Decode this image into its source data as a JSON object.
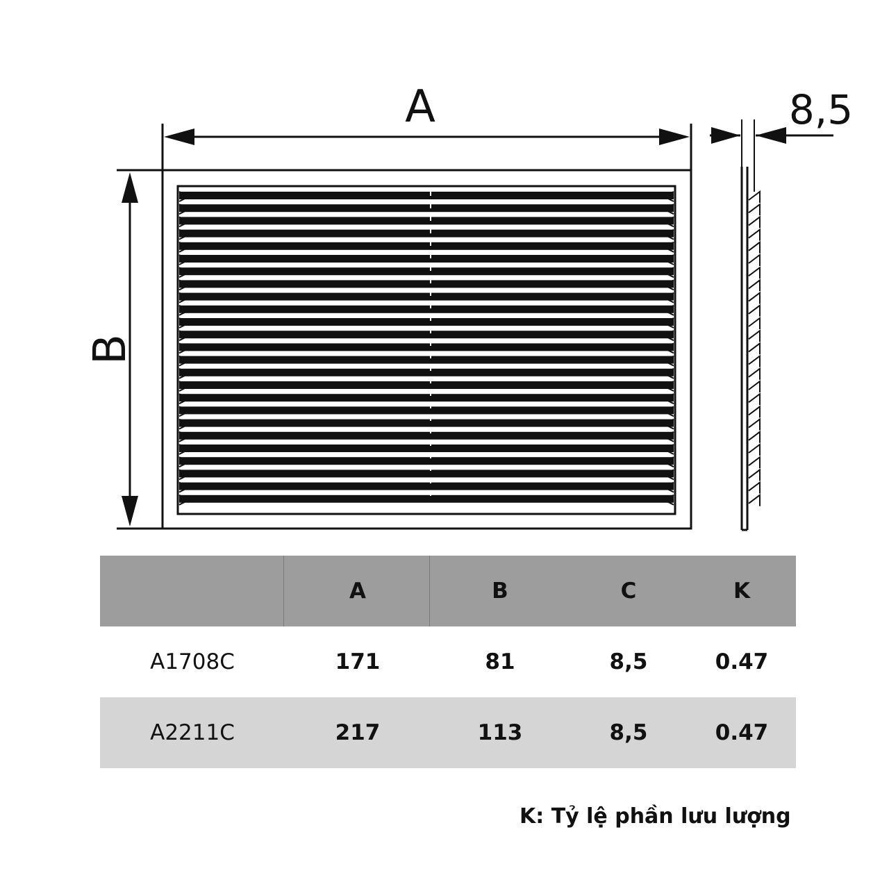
{
  "dimensions": {
    "width_label": "A",
    "height_label": "B",
    "depth_label": "8,5"
  },
  "table": {
    "headers": [
      "",
      "A",
      "B",
      "C",
      "K"
    ],
    "rows": [
      [
        "A1708C",
        "171",
        "81",
        "8,5",
        "0.47"
      ],
      [
        "A2211C",
        "217",
        "113",
        "8,5",
        "0.47"
      ]
    ]
  },
  "footnote": "K: Tỷ lệ phần lưu lượng"
}
